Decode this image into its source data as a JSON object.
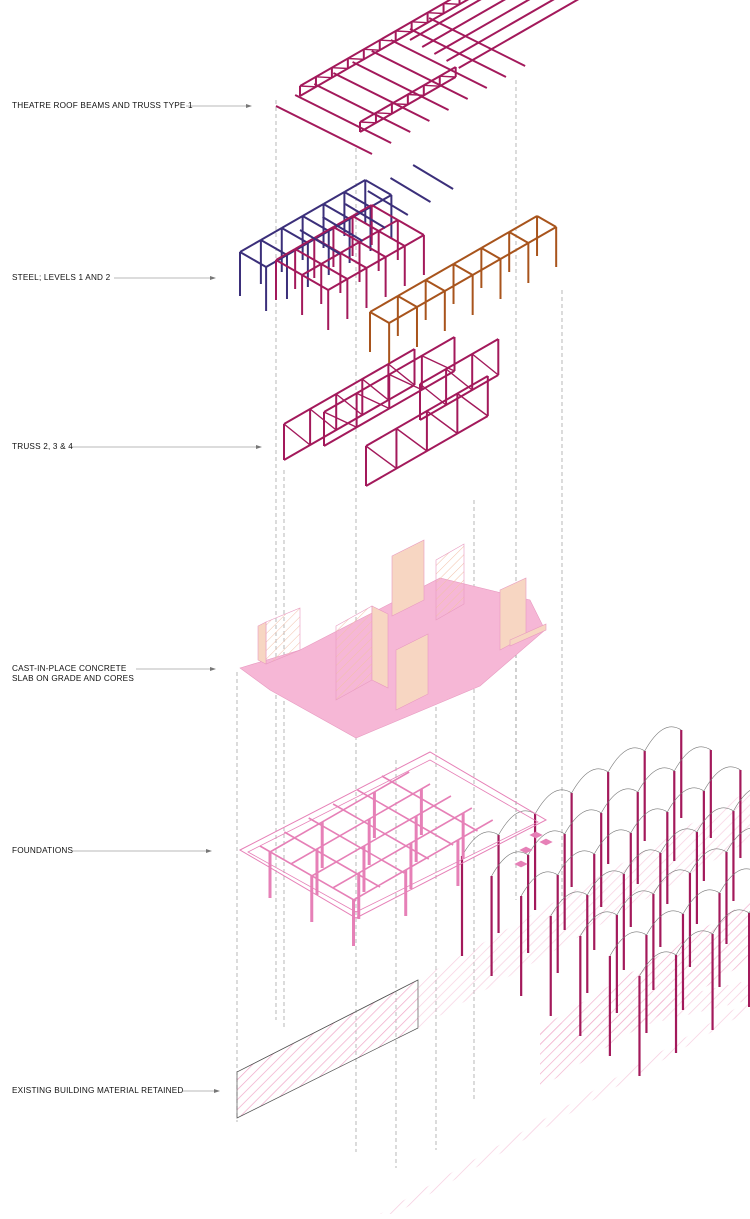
{
  "labels": {
    "roof": "THEATRE ROOF BEAMS AND TRUSS TYPE 1",
    "steel": "STEEL; LEVELS 1 AND 2",
    "truss": "TRUSS 2, 3 & 4",
    "concrete_line1": "CAST-IN-PLACE CONCRETE",
    "concrete_line2": "SLAB ON GRADE AND CORES",
    "foundations": "FOUNDATIONS",
    "existing": "EXISTING BUILDING MATERIAL RETAINED"
  },
  "colors": {
    "magenta": "#a3195b",
    "navy": "#3b2f7a",
    "rust": "#a8541c",
    "pink_fill": "#f6b7d6",
    "peach": "#f7d6c2",
    "foundation": "#e680b7",
    "hatch": "#f0a8c8",
    "guide": "#9a9a9a"
  }
}
